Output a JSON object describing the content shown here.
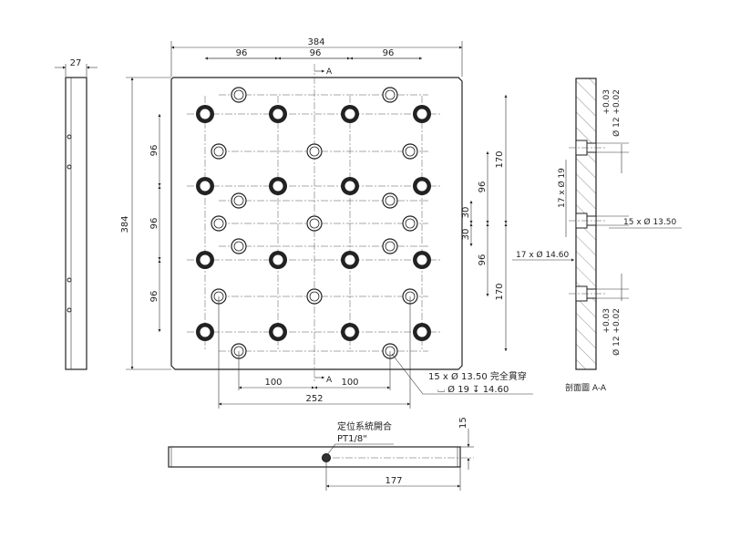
{
  "front_view": {
    "overall_width": "384",
    "overall_height": "384",
    "pitch_top": [
      "96",
      "96",
      "96"
    ],
    "pitch_left": [
      "96",
      "96",
      "96"
    ],
    "right_170": [
      "170",
      "170"
    ],
    "right_96": [
      "96",
      "96"
    ],
    "right_30": [
      "30",
      "30"
    ],
    "bottom_100": [
      "100",
      "100"
    ],
    "bottom_252": "252",
    "section_mark": "A",
    "hole_note_line1": "15 x  Ø  13.50 完全貫穿",
    "hole_note_line2": "⌴  Ø 19 ↧ 14.60"
  },
  "side_view": {
    "thickness": "27"
  },
  "section_view": {
    "title": "剖面圖 A-A",
    "tol_top": "+0.03",
    "tol_bottom_text": "Ø 12 +0.02",
    "cbore_note": "17 x Ø 19",
    "thru_note": "15 x Ø 13.50",
    "depth_note": "17 x Ø 14.60"
  },
  "bottom_view": {
    "port_label": "定位系統開合",
    "port_thread": "PT1/8\"",
    "height_dim": "15",
    "port_offset": "177"
  }
}
